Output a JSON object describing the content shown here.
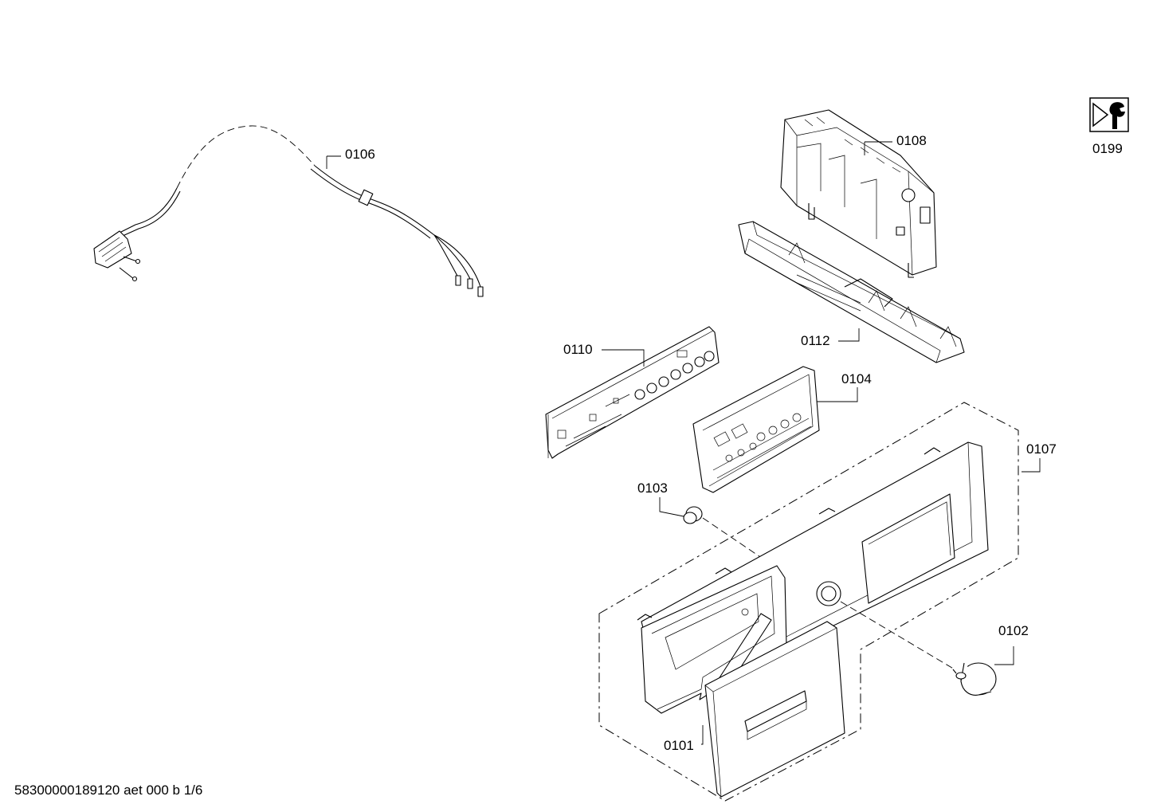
{
  "parts": {
    "p0101": "0101",
    "p0102": "0102",
    "p0103": "0103",
    "p0104": "0104",
    "p0106": "0106",
    "p0107": "0107",
    "p0108": "0108",
    "p0110": "0110",
    "p0112": "0112",
    "p0199": "0199"
  },
  "footer": "58300000189120 aet 000 b 1/6",
  "icons": {
    "service": "service-wrench-icon"
  }
}
